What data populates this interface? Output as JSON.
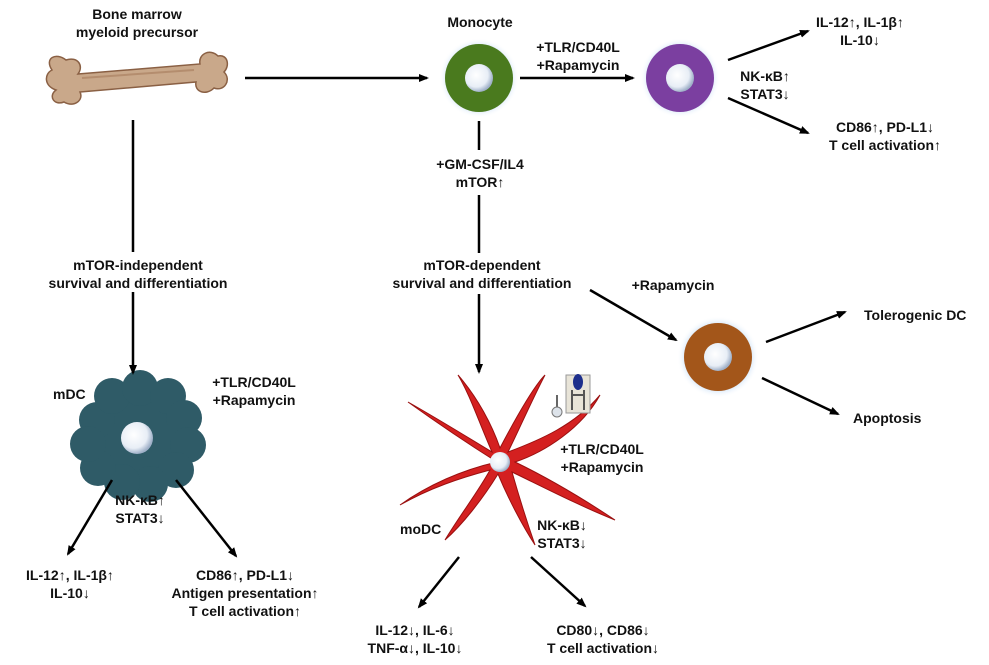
{
  "labels": {
    "bone_marrow": "Bone marrow\nmyeloid precursor",
    "monocyte": "Monocyte",
    "tlr_top": "+TLR/CD40L\n+Rapamycin",
    "top_out1": "IL-12↑, IL-1β↑\nIL-10↓",
    "top_nfkb": "NK-κB↑\nSTAT3↓",
    "top_out2": "CD86↑, PD-L1↓\nT cell activation↑",
    "gmcsf": "+GM-CSF/IL4\nmTOR↑",
    "mtor_indep": "mTOR-independent\nsurvival and differentiation",
    "mtor_dep": "mTOR-dependent\nsurvival and differentiation",
    "rapamycin": "+Rapamycin",
    "tolerogenic": "Tolerogenic DC",
    "apoptosis": "Apoptosis",
    "mdc": "mDC",
    "tlr_mdc": "+TLR/CD40L\n+Rapamycin",
    "mdc_nfkb": "NK-κB↑\nSTAT3↓",
    "mdc_out1": "IL-12↑, IL-1β↑\nIL-10↓",
    "mdc_out2": "CD86↑, PD-L1↓\nAntigen presentation↑\nT cell activation↑",
    "tlr_modc": "+TLR/CD40L\n+Rapamycin",
    "modc": "moDC",
    "modc_nfkb": "NK-κB↓\nSTAT3↓",
    "modc_out1": "IL-12↓, IL-6↓\nTNF-α↓, IL-10↓",
    "modc_out2": "CD80↓, CD86↓\nT cell activation↓"
  },
  "colors": {
    "monocyte": "#4a7a1e",
    "activated": "#7b3fa0",
    "tolerogenic": "#a3561a",
    "mdc": "#2f5b67",
    "modc": "#d42020",
    "bone": "#c9a88a",
    "halo": "#9cc4ee"
  }
}
